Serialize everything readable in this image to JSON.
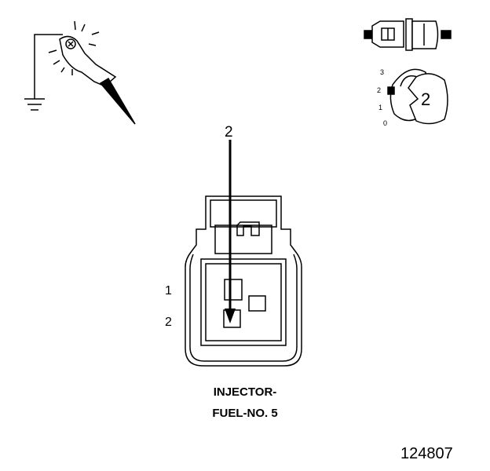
{
  "diagram": {
    "callout_number": "2",
    "pin_labels": [
      "1",
      "2"
    ],
    "component_name_line1": "INJECTOR-",
    "component_name_line2": "FUEL-NO. 5",
    "figure_number": "124807",
    "connector_view": {
      "position_scale": [
        "3",
        "2",
        "1",
        "0"
      ],
      "highlighted_position": "2"
    },
    "icons": [
      "ground-probe-icon",
      "connector-halves-icon",
      "connector-position-icon"
    ]
  }
}
